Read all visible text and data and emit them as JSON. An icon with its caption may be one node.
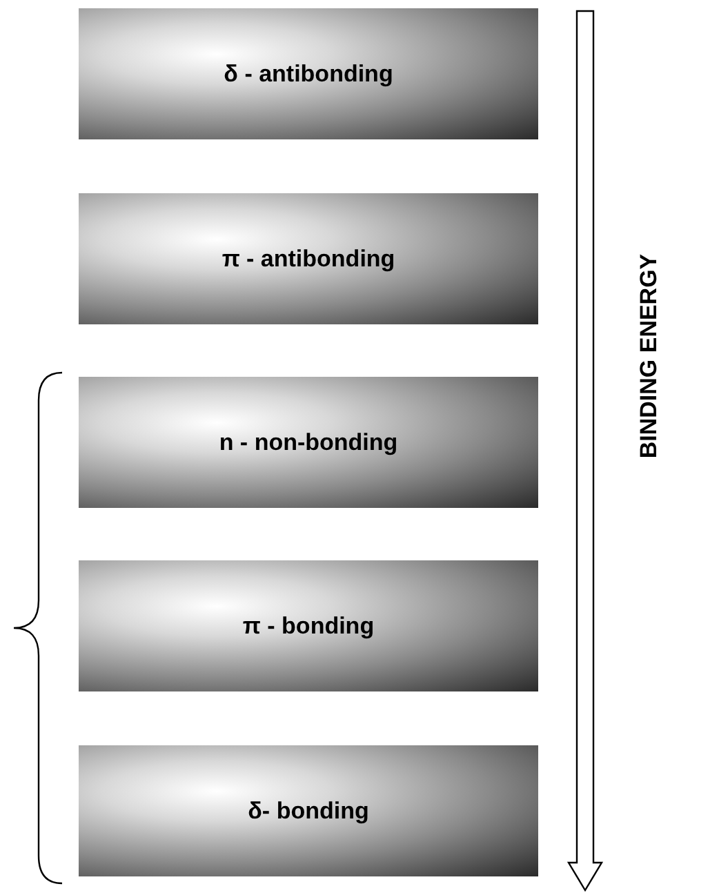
{
  "diagram": {
    "nodes": [
      {
        "text": [
          "δ - antibonding"
        ]
      },
      {
        "text": [
          "π - antibonding"
        ]
      },
      {
        "text": [
          "n - non-bonding"
        ]
      },
      {
        "text": [
          "π - bonding"
        ]
      },
      {
        "text": [
          "δ- bonding"
        ]
      }
    ],
    "labels": [
      "BINDING ENERGY"
    ]
  }
}
